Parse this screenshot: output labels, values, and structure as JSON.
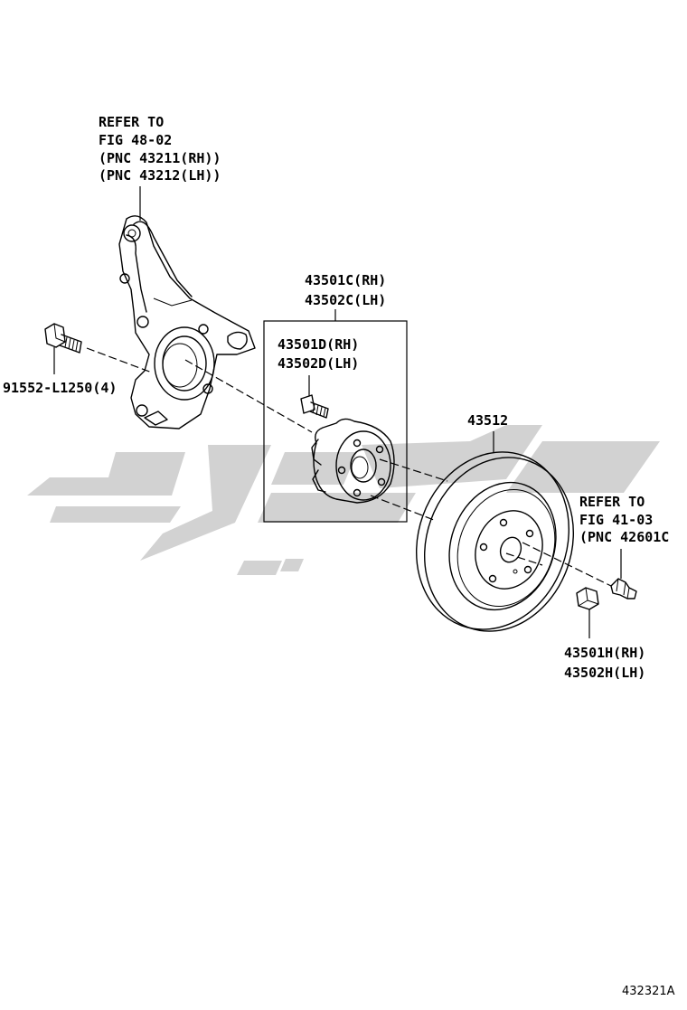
{
  "labels": {
    "knuckle_refer": [
      "REFER TO",
      "FIG 48-02",
      "(PNC 43211(RH))",
      "(PNC 43212(LH))"
    ],
    "bolt": "91552-L1250(4)",
    "hub_assy": [
      "43501C(RH)",
      "43502C(LH)"
    ],
    "hub_bearing": [
      "43501D(RH)",
      "43502D(LH)"
    ],
    "disc": "43512",
    "wheel_bolt_refer": [
      "REFER TO",
      "FIG 41-03",
      "(PNC 42601C"
    ],
    "hub_nut": [
      "43501H(RH)",
      "43502H(LH)"
    ],
    "figure_id": "432321A"
  },
  "colors": {
    "line": "#000000",
    "watermark": "#d2d2d2",
    "background": "#ffffff"
  },
  "icons": {
    "knuckle": "steering-knuckle-drawing",
    "bolt": "hex-bolt-drawing",
    "hub": "axle-hub-drawing",
    "hub_bolt": "hub-bolt-drawing",
    "disc": "brake-disc-drawing",
    "wheel_bolt": "wheel-bolt-drawing",
    "nut": "hub-nut-drawing",
    "watermark": "watermark-logo"
  }
}
